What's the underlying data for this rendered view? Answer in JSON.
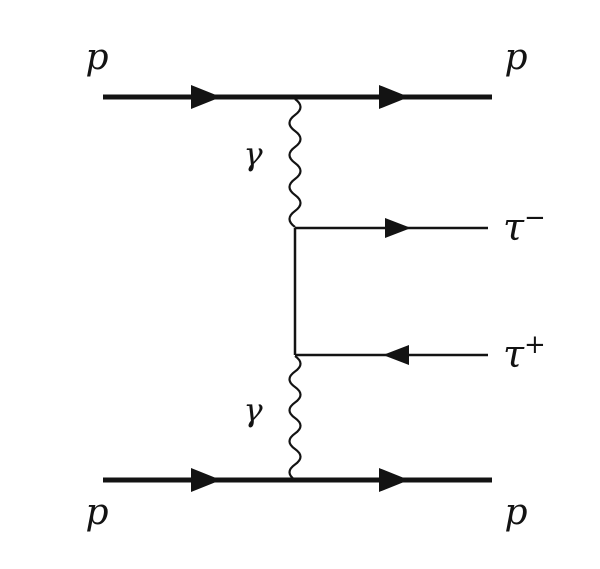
{
  "colors": {
    "background": "#ffffff",
    "line": "#131313"
  },
  "labels": {
    "proton_top_left": "p",
    "proton_top_right": "p",
    "proton_bottom_left": "p",
    "proton_bottom_right": "p",
    "photon_upper": "γ",
    "photon_lower": "γ",
    "tau_minus": {
      "base": "τ",
      "sup": "−"
    },
    "tau_plus": {
      "base": "τ",
      "sup": "+"
    }
  }
}
